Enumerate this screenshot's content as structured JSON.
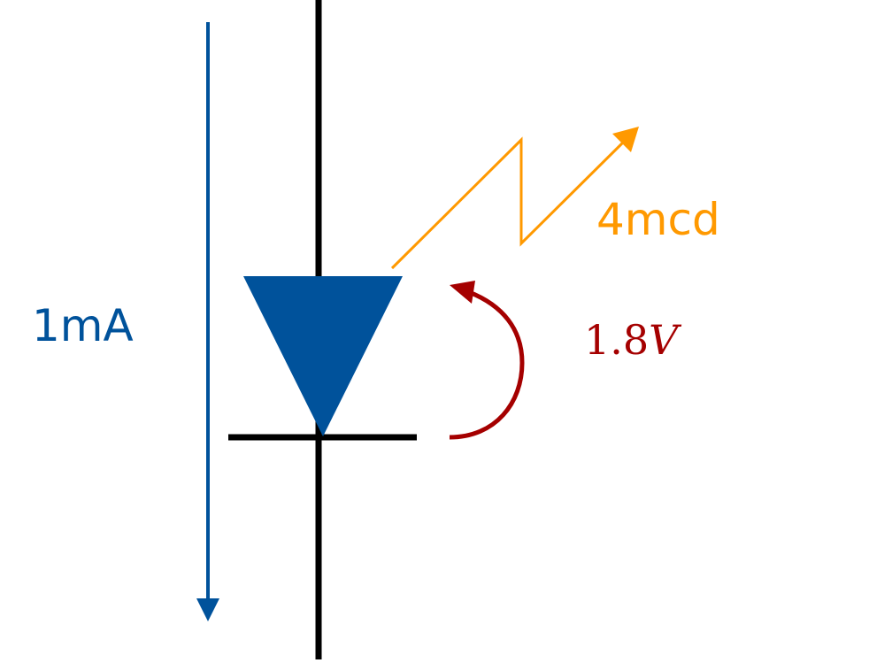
{
  "labels": {
    "current": "1mA",
    "luminous_intensity": "4mcd",
    "voltage_number": "1.8",
    "voltage_unit": "V"
  },
  "colors": {
    "wire": "#000000",
    "diode": "#00529B",
    "current_arrow": "#00529B",
    "light_arrow": "#FF9900",
    "voltage_arrow": "#A50000"
  }
}
